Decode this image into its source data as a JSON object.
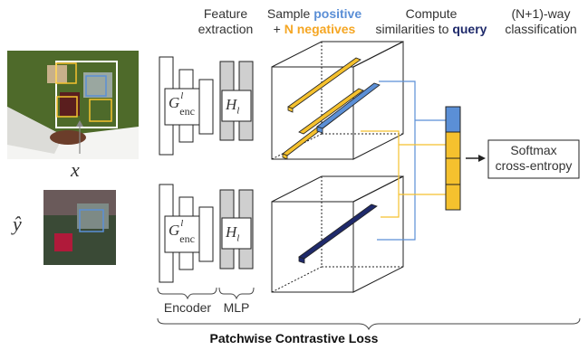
{
  "headers": {
    "feature_1": "Feature",
    "feature_2": "extraction",
    "sample_1a": "Sample",
    "sample_1b": "positive",
    "sample_2a": "+",
    "sample_2b": "N negatives",
    "compute_1": "Compute",
    "compute_2a": "similarities to",
    "compute_2b": "query",
    "classify_1": "(N+1)-way",
    "classify_2": "classification"
  },
  "math": {
    "input_x": "x",
    "output_y": "ŷ",
    "encoder_base": "G",
    "encoder_sup": "l",
    "encoder_sub": "enc",
    "mlp_base": "H",
    "mlp_sub": "l"
  },
  "softmax": {
    "line1": "Softmax",
    "line2": "cross-entropy"
  },
  "brackets": {
    "encoder": "Encoder",
    "mlp": "MLP"
  },
  "footer": "Patchwise Contrastive Loss",
  "colors": {
    "positive": "#5b8fd6",
    "negative": "#f5c12e",
    "query": "#1f2a6b",
    "mlp_fill": "#cfcfcf",
    "table_green": "#4e6a2a"
  }
}
